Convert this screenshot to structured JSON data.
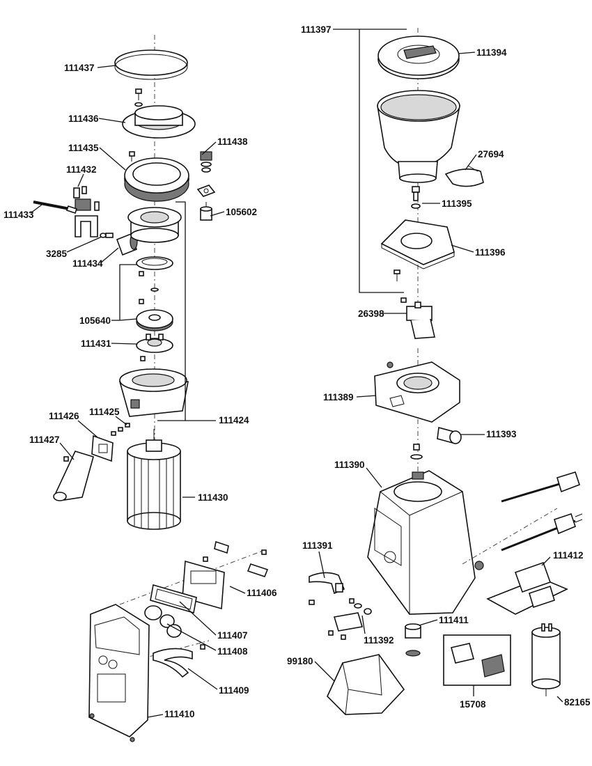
{
  "parts": [
    {
      "id": "lbl-111437",
      "text": "111437"
    },
    {
      "id": "lbl-111436",
      "text": "111436"
    },
    {
      "id": "lbl-111435",
      "text": "111435"
    },
    {
      "id": "lbl-111438",
      "text": "111438"
    },
    {
      "id": "lbl-111432",
      "text": "111432"
    },
    {
      "id": "lbl-111433",
      "text": "111433"
    },
    {
      "id": "lbl-105602",
      "text": "105602"
    },
    {
      "id": "lbl-3285",
      "text": "3285"
    },
    {
      "id": "lbl-111434",
      "text": "111434"
    },
    {
      "id": "lbl-105640",
      "text": "105640"
    },
    {
      "id": "lbl-111431",
      "text": "111431"
    },
    {
      "id": "lbl-111425",
      "text": "111425"
    },
    {
      "id": "lbl-111426",
      "text": "111426"
    },
    {
      "id": "lbl-111424",
      "text": "111424"
    },
    {
      "id": "lbl-111427",
      "text": "111427"
    },
    {
      "id": "lbl-111430",
      "text": "111430"
    },
    {
      "id": "lbl-111406",
      "text": "111406"
    },
    {
      "id": "lbl-111407",
      "text": "111407"
    },
    {
      "id": "lbl-111408",
      "text": "111408"
    },
    {
      "id": "lbl-111409",
      "text": "111409"
    },
    {
      "id": "lbl-111410",
      "text": "111410"
    },
    {
      "id": "lbl-111397",
      "text": "111397"
    },
    {
      "id": "lbl-111394",
      "text": "111394"
    },
    {
      "id": "lbl-27694",
      "text": "27694"
    },
    {
      "id": "lbl-111395",
      "text": "111395"
    },
    {
      "id": "lbl-111396",
      "text": "111396"
    },
    {
      "id": "lbl-26398",
      "text": "26398"
    },
    {
      "id": "lbl-111389",
      "text": "111389"
    },
    {
      "id": "lbl-111393",
      "text": "111393"
    },
    {
      "id": "lbl-111390",
      "text": "111390"
    },
    {
      "id": "lbl-111391",
      "text": "111391"
    },
    {
      "id": "lbl-111412",
      "text": "111412"
    },
    {
      "id": "lbl-111411",
      "text": "111411"
    },
    {
      "id": "lbl-111392",
      "text": "111392"
    },
    {
      "id": "lbl-99180",
      "text": "99180"
    },
    {
      "id": "lbl-15708",
      "text": "15708"
    },
    {
      "id": "lbl-82165",
      "text": "82165"
    }
  ]
}
